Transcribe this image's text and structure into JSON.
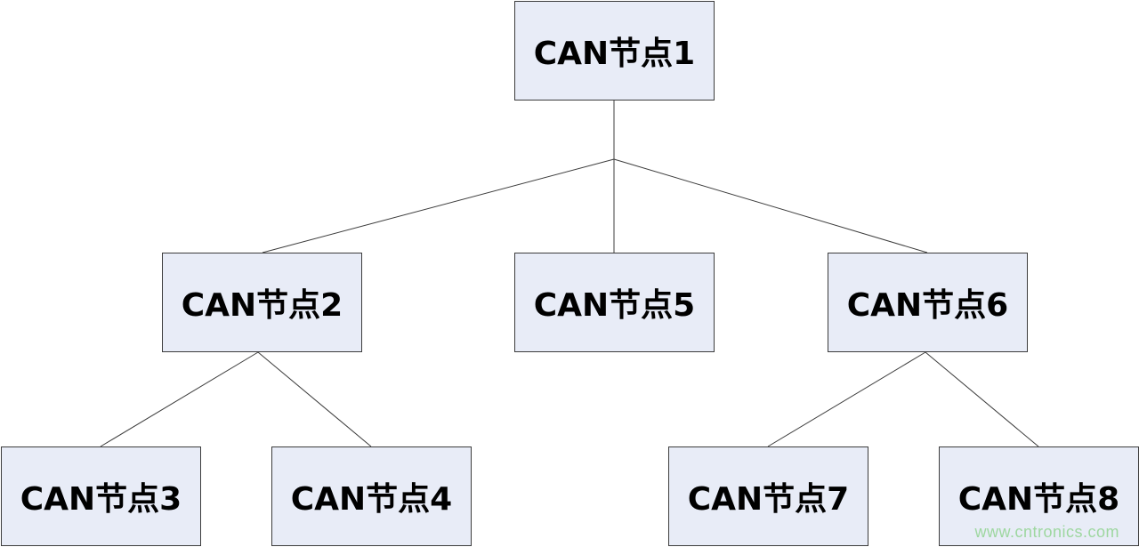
{
  "nodes": {
    "n1": "CAN节点1",
    "n2": "CAN节点2",
    "n3": "CAN节点3",
    "n4": "CAN节点4",
    "n5": "CAN节点5",
    "n6": "CAN节点6",
    "n7": "CAN节点7",
    "n8": "CAN节点8"
  },
  "edges": [
    [
      "n1",
      "n2"
    ],
    [
      "n1",
      "n5"
    ],
    [
      "n1",
      "n6"
    ],
    [
      "n2",
      "n3"
    ],
    [
      "n2",
      "n4"
    ],
    [
      "n6",
      "n7"
    ],
    [
      "n6",
      "n8"
    ]
  ],
  "watermark": "www.cntronics.com",
  "colors": {
    "node_fill": "#e8ecf7",
    "node_border": "#3c3c3c",
    "edge": "#3c3c3c",
    "watermark": "#9ed7a0"
  }
}
